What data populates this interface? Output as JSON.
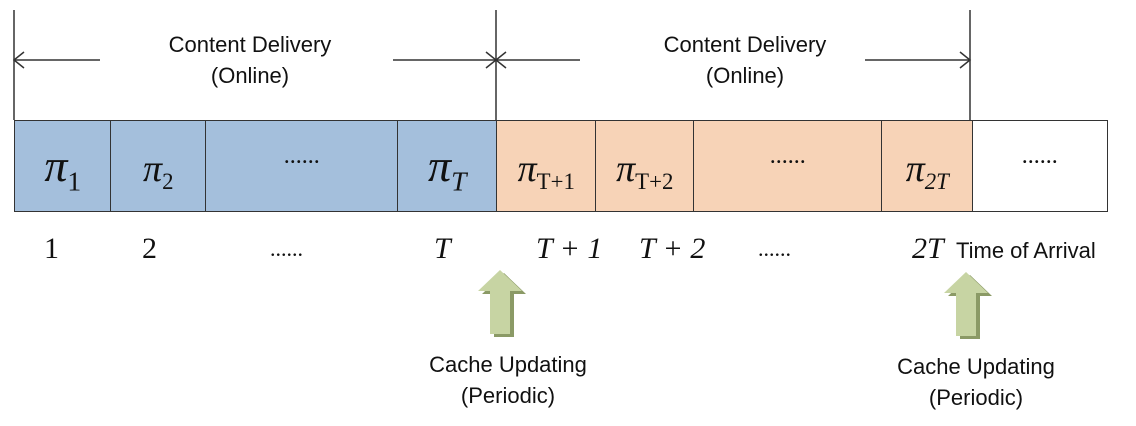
{
  "colors": {
    "online_fill": "#a4bfdc",
    "second_fill": "#f7d3b7",
    "empty_fill": "#ffffff",
    "border": "#333333",
    "arrow_fill": "#c7d4a3",
    "arrow_shadow": "#8b9a66"
  },
  "phases": [
    {
      "label": "Content Delivery\n(Online)"
    },
    {
      "label": "Content Delivery\n(Online)"
    }
  ],
  "slots": [
    {
      "pi_base": "π",
      "pi_sub": "1",
      "time": "1",
      "group": "first"
    },
    {
      "pi_base": "π",
      "pi_sub": "2",
      "time": "2",
      "group": "first"
    },
    {
      "pi_base": "",
      "pi_sub": "",
      "dots": "......",
      "time": "......",
      "group": "first"
    },
    {
      "pi_base": "π",
      "pi_sub": "T",
      "time": "T",
      "group": "first"
    },
    {
      "pi_base": "π",
      "pi_sub": "T+1",
      "time": "T + 1",
      "group": "second"
    },
    {
      "pi_base": "π",
      "pi_sub": "T+2",
      "time": "T + 2",
      "group": "second"
    },
    {
      "pi_base": "",
      "pi_sub": "",
      "dots": "......",
      "time": "......",
      "group": "second"
    },
    {
      "pi_base": "π",
      "pi_sub": "2T",
      "time": "2T",
      "group": "second"
    },
    {
      "pi_base": "",
      "pi_sub": "",
      "dots": "......",
      "time": "",
      "group": "empty"
    }
  ],
  "axis_label": "Time of Arrival",
  "updates": [
    {
      "label": "Cache Updating\n(Periodic)",
      "icon": "up-arrow-icon"
    },
    {
      "label": "Cache Updating\n(Periodic)",
      "icon": "up-arrow-icon"
    }
  ]
}
